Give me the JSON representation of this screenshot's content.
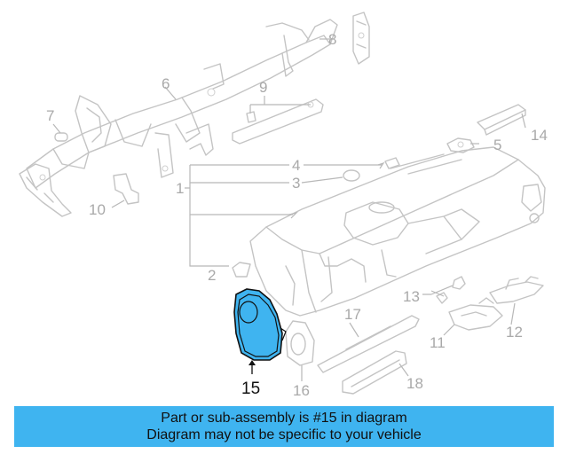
{
  "callouts": {
    "c1": "1",
    "c2": "2",
    "c3": "3",
    "c4": "4",
    "c5": "5",
    "c6": "6",
    "c7": "7",
    "c8": "8",
    "c9": "9",
    "c10": "10",
    "c11": "11",
    "c12": "12",
    "c13": "13",
    "c14": "14",
    "c15": "15",
    "c16": "16",
    "c17": "17",
    "c18": "18"
  },
  "highlighted_part": "15",
  "banner": {
    "line1": "Part or sub-assembly is #15 in diagram",
    "line2": "Diagram may not be specific to your vehicle"
  },
  "colors": {
    "highlight": "#3fb4f0",
    "banner_bg": "#3fb4f0",
    "part_lines": "#c4c4c4",
    "callout_text": "#a9a9a9"
  }
}
